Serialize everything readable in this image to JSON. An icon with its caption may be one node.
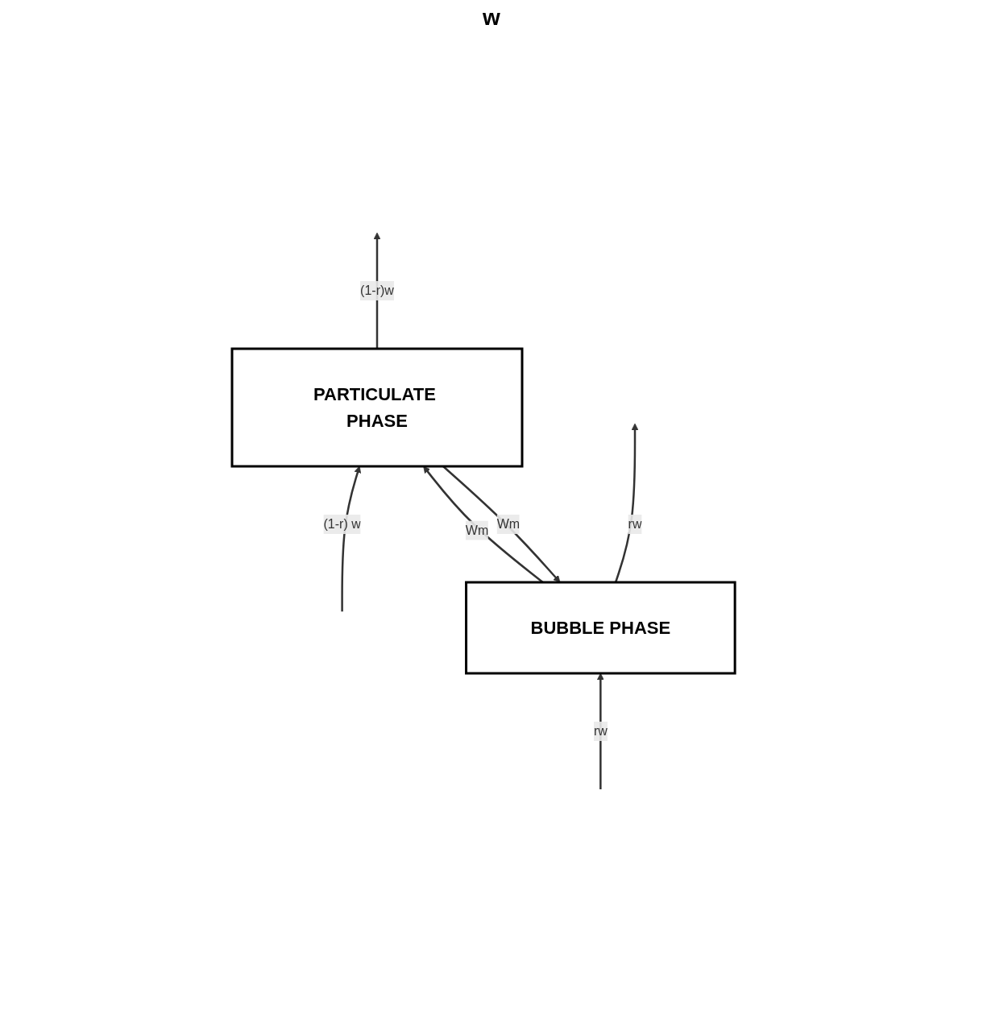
{
  "diagram": {
    "nodes": [
      {
        "text": [
          "BUBBLE PHASE"
        ]
      },
      {
        "text": [
          "PARTICULATE PHASE"
        ]
      }
    ],
    "edges": [
      {
        "from": null,
        "to": 0,
        "label": "rw",
        "arrow": "to"
      },
      {
        "from": null,
        "to": 1,
        "label": "(1-r) w",
        "arrow": "to"
      },
      {
        "from": 0,
        "to": 1,
        "label": "Wm",
        "arrow": "to"
      },
      {
        "from": 1,
        "to": 0,
        "label": "Wm",
        "arrow": "to"
      },
      {
        "from": 0,
        "to": null,
        "label": "rw",
        "arrow": "to"
      },
      {
        "from": 1,
        "to": null,
        "label": "(1-r)w",
        "arrow": "to"
      }
    ],
    "labels": [
      "w"
    ]
  }
}
